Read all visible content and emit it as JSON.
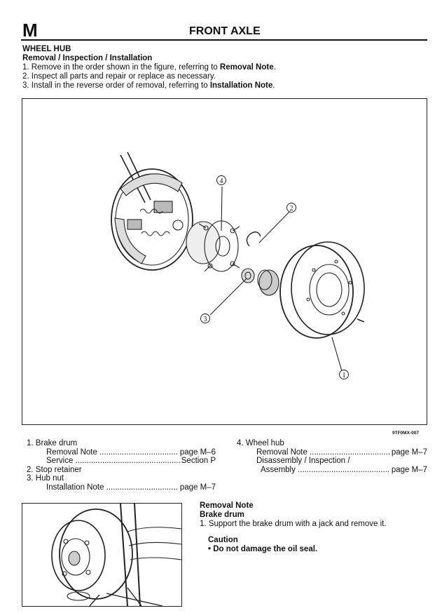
{
  "header": {
    "section_letter": "M",
    "chapter_title": "FRONT AXLE"
  },
  "intro": {
    "title": "WHEEL HUB",
    "subtitle": "Removal / Inspection / Installation",
    "step1_prefix": "1. Remove in the order shown in the figure, referring to ",
    "step1_bold": "Removal Note",
    "step1_suffix": ".",
    "step2": "2. Inspect all parts and repair or replace as necessary.",
    "step3_prefix": "3. Install in the reverse order of removal, referring to ",
    "step3_bold": "Installation Note",
    "step3_suffix": "."
  },
  "figure": {
    "code": "9TF0MX-007",
    "callouts": [
      "1",
      "2",
      "3",
      "4"
    ]
  },
  "parts_list": {
    "brake_drum": "1. Brake drum",
    "brake_drum_removal_label": "Removal Note",
    "brake_drum_removal_ref": "page M–6",
    "brake_drum_service_label": "Service",
    "brake_drum_service_ref": "Section P",
    "stop_retainer": "2. Stop retainer",
    "hub_nut": "3. Hub nut",
    "hub_nut_install_label": "Installation Note",
    "hub_nut_install_ref": "page M–7",
    "wheel_hub": "4. Wheel hub",
    "wheel_hub_removal_label": "Removal Note",
    "wheel_hub_removal_ref": "page M–7",
    "wheel_hub_dis_line1": "Disassembly / Inspection /",
    "wheel_hub_dis_label": "Assembly",
    "wheel_hub_dis_ref": "page M–7"
  },
  "removal_note": {
    "title": "Removal Note",
    "subtitle": "Brake drum",
    "step1": "1. Support the brake drum with a jack and remove it.",
    "caution_title": "Caution",
    "caution_item": "• Do not damage the oil seal."
  }
}
